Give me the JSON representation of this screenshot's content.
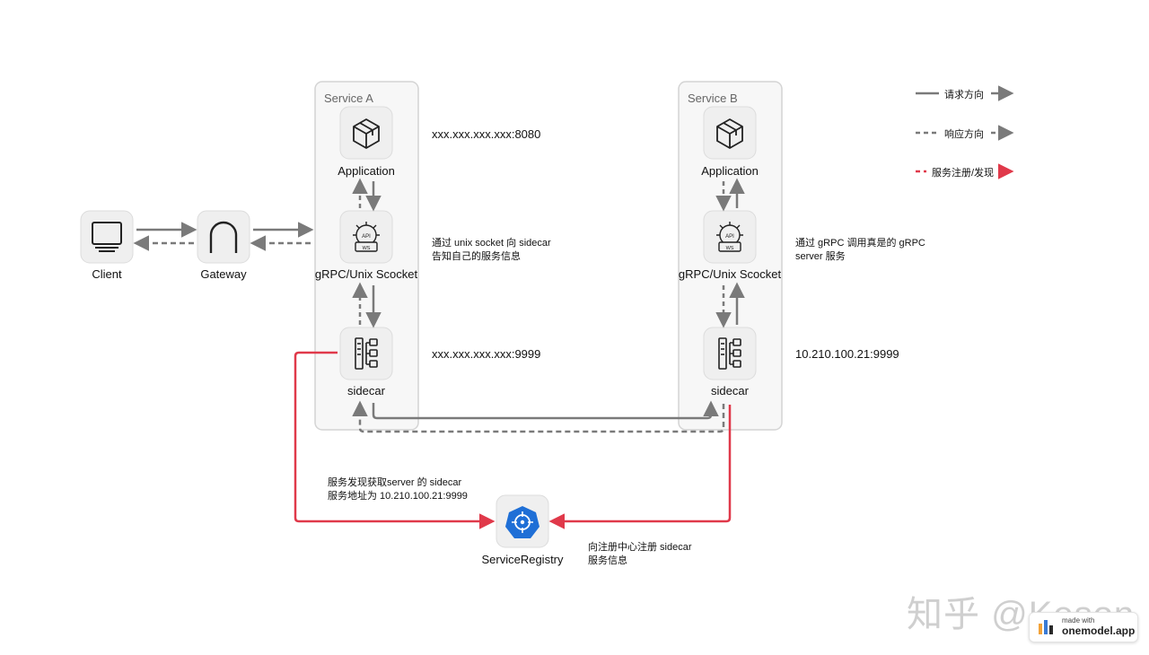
{
  "service_a": {
    "title": "Service A",
    "application_label": "Application",
    "grpc_label": "gRPC/Unix Scocket",
    "sidecar_label": "sidecar",
    "app_address": "xxx.xxx.xxx.xxx:8080",
    "sidecar_address": "xxx.xxx.xxx.xxx:9999",
    "note_line1": "通过 unix socket 向 sidecar",
    "note_line2": "告知自己的服务信息",
    "icons": {
      "application": "cube-icon",
      "grpc": "api-gear-icon",
      "sidecar": "sidecar-icon"
    }
  },
  "service_b": {
    "title": "Service B",
    "application_label": "Application",
    "grpc_label": "gRPC/Unix Scocket",
    "sidecar_label": "sidecar",
    "sidecar_address": "10.210.100.21:9999",
    "note_line1": "通过 gRPC 调用真是的 gRPC",
    "note_line2": "server 服务",
    "icons": {
      "application": "cube-icon",
      "grpc": "api-gear-icon",
      "sidecar": "sidecar-icon"
    }
  },
  "client": {
    "label": "Client",
    "icon": "monitor-icon"
  },
  "gateway": {
    "label": "Gateway",
    "icon": "arch-icon"
  },
  "registry": {
    "label": "ServiceRegistry",
    "icon": "kubernetes-icon",
    "discover_line1": "服务发现获取server 的 sidecar",
    "discover_line2": "服务地址为 10.210.100.21:9999",
    "register_line1": "向注册中心注册 sidecar",
    "register_line2": "服务信息"
  },
  "legend": {
    "request": "请求方向",
    "response": "响应方向",
    "registration": "服务注册/发现"
  },
  "colors": {
    "arrow_gray": "#7a7a7a",
    "registry_red": "#e0394a",
    "registry_blue": "#1f6fd6",
    "box_border": "#d4d4d4",
    "box_fill": "#f7f7f7",
    "icon_tile": "#efefef"
  },
  "watermark": "知乎 @Keson",
  "badge": {
    "small": "made with",
    "big": "onemodel.app"
  }
}
